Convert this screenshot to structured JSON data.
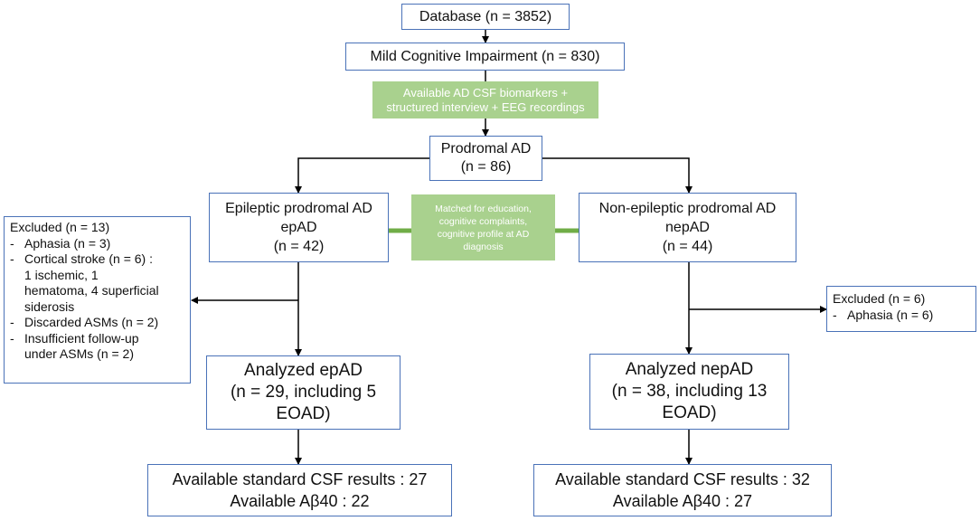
{
  "nodes": {
    "database": "Database (n = 3852)",
    "mci": "Mild Cognitive Impairment (n = 830)",
    "criteria": [
      "Available AD CSF biomarkers +",
      "structured interview + EEG recordings"
    ],
    "prodromal": [
      "Prodromal AD",
      "(n = 86)"
    ],
    "epileptic": [
      "Epileptic prodromal AD",
      "epAD",
      "(n = 42)"
    ],
    "matched": [
      "Matched for education,",
      "cognitive complaints,",
      "cognitive profile at AD",
      "diagnosis"
    ],
    "nonepileptic": [
      "Non-epileptic prodromal AD",
      "nepAD",
      "(n = 44)"
    ],
    "analyzed_ep": [
      "Analyzed epAD",
      "(n = 29, including 5",
      "EOAD)"
    ],
    "analyzed_nep": [
      "Analyzed nepAD",
      "(n = 38, including 13",
      "EOAD)"
    ],
    "results_ep": [
      "Available standard CSF results : 27",
      "Available Aβ40 : 22"
    ],
    "results_nep": [
      "Available standard CSF results : 32",
      "Available Aβ40 : 27"
    ]
  },
  "excluded_left": {
    "title": "Excluded (n = 13)",
    "items": [
      [
        "Aphasia (n = 3)"
      ],
      [
        "Cortical stroke (n = 6) :",
        "1 ischemic, 1",
        "hematoma, 4 superficial",
        "siderosis"
      ],
      [
        "Discarded ASMs (n = 2)"
      ],
      [
        "Insufficient follow-up",
        "under ASMs (n = 2)"
      ]
    ]
  },
  "excluded_right": {
    "title": "Excluded (n = 6)",
    "items": [
      [
        "Aphasia (n = 6)"
      ]
    ]
  },
  "colors": {
    "box_border": "#4a72b8",
    "green_fill": "#a9d18e",
    "connector_green": "#70ad47",
    "arrow": "#000000"
  }
}
